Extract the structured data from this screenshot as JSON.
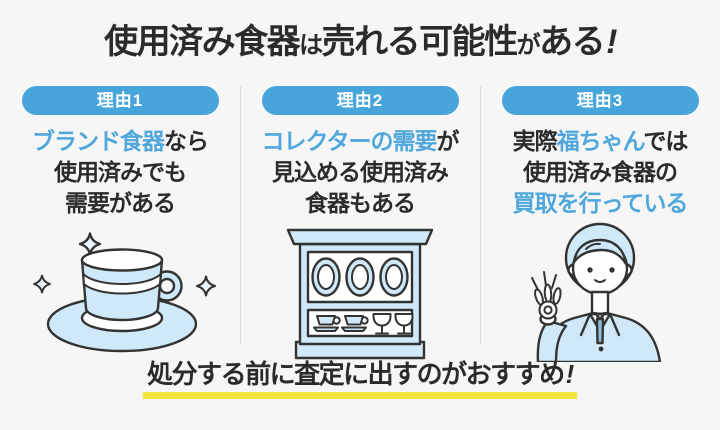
{
  "colors": {
    "background": "#f6f6f6",
    "accent_blue": "#48a5d9",
    "highlight_text_blue": "#4fa7db",
    "text_dark": "#2b2b2b",
    "underline_yellow": "#f2e43c",
    "illustration_fill": "#cfe9f8",
    "illustration_outline": "#333333",
    "divider_gray": "#dcdddd"
  },
  "title": {
    "part1": "使用済み食器",
    "part2": "は",
    "part3": "売れる可能性",
    "part4": "が",
    "part5": "ある",
    "part6": "!"
  },
  "reasons": [
    {
      "badge": "理由1",
      "line1_pre": "",
      "line1_blue": "ブランド食器",
      "line1_post": "なら",
      "line2": "使用済みでも",
      "line3": "需要がある",
      "line3_blue": "",
      "illustration": "teacup-with-sparkles"
    },
    {
      "badge": "理由2",
      "line1_pre": "",
      "line1_blue": "コレクターの需要",
      "line1_post": "が",
      "line2": "見込める使用済み",
      "line3": "食器もある",
      "line3_blue": "",
      "illustration": "cabinet-with-plates"
    },
    {
      "badge": "理由3",
      "line1_pre": "実際",
      "line1_blue": "福ちゃん",
      "line1_post": "では",
      "line2": "使用済み食器の",
      "line3": "",
      "line3_blue": "買取を行っている",
      "illustration": "businessman-ok-sign"
    }
  ],
  "conclusion": {
    "text": "処分する前に査定に出すのがおすすめ",
    "exclamation": "!"
  }
}
